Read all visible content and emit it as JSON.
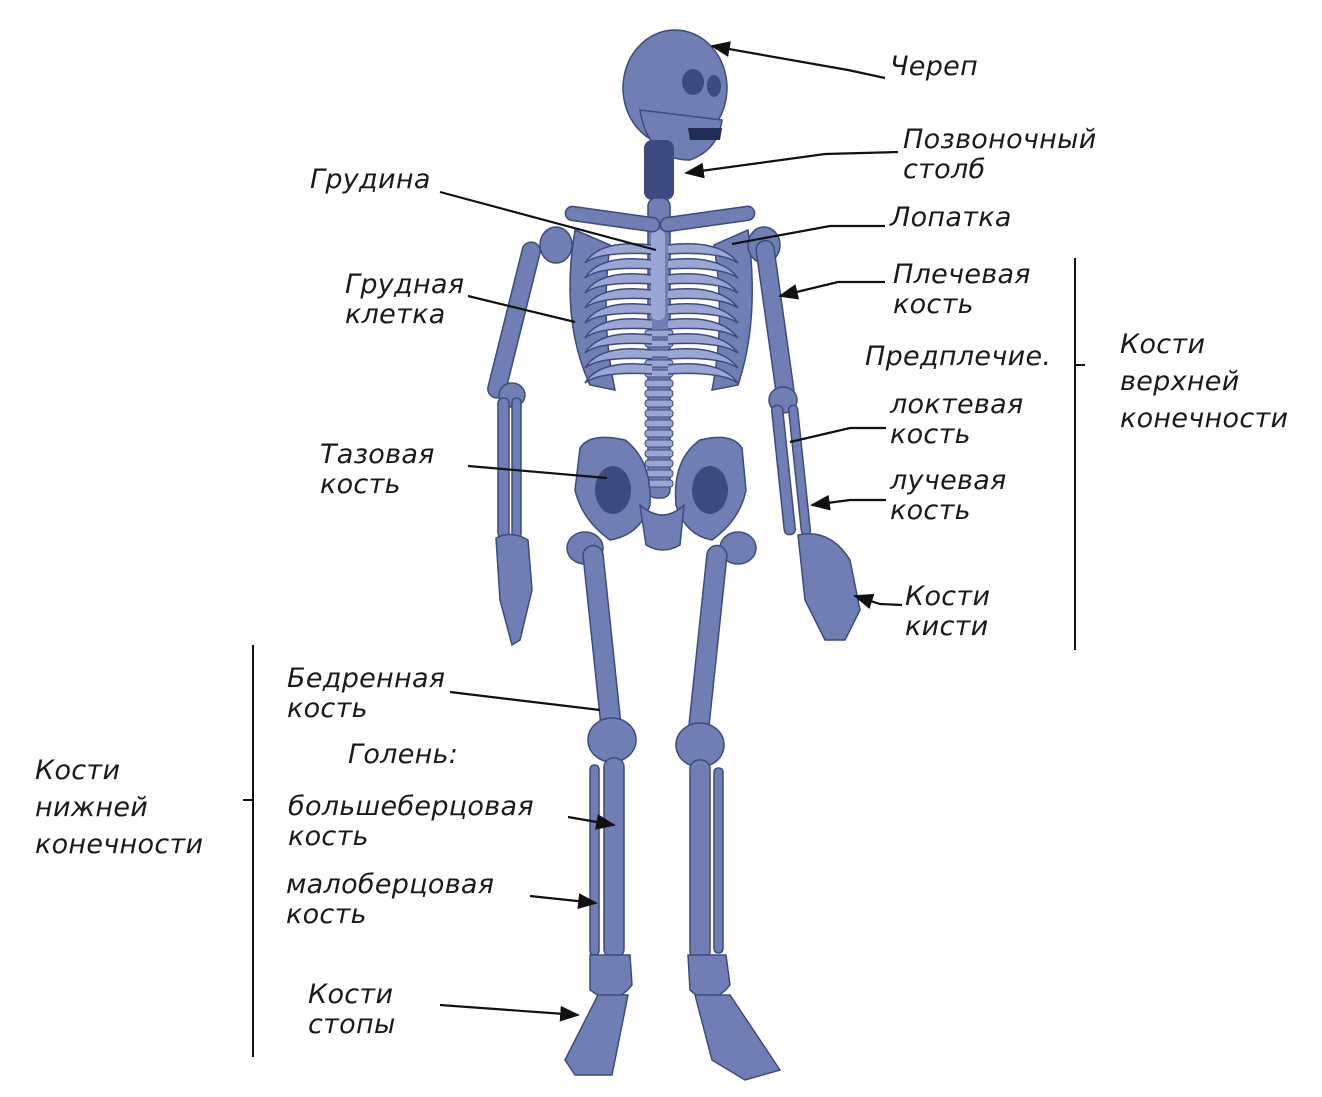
{
  "colors": {
    "bone": "#6f7fb3",
    "bone_light": "#9aa7d2",
    "bone_dark": "#3d4a80",
    "bone_shadow": "#222b55",
    "line": "#111111",
    "text": "#1a1a1a"
  },
  "labels": {
    "skull": "Череп",
    "spine": [
      "Позвоночный",
      "столб"
    ],
    "sternum": "Грудина",
    "scapula": "Лопатка",
    "humerus": [
      "Плечевая",
      "кость"
    ],
    "ribcage": [
      "Грудная",
      "клетка"
    ],
    "forearm": "Предплечие.",
    "ulna": [
      "локтевая",
      "кость"
    ],
    "radius": [
      "лучевая",
      "кость"
    ],
    "pelvis": [
      "Тазовая",
      "кость"
    ],
    "hand": [
      "Кости",
      "кисти"
    ],
    "femur": [
      "Бедренная",
      "кость"
    ],
    "shin": "Голень:",
    "tibia": [
      "большеберцовая",
      "кость"
    ],
    "fibula": [
      "малоберцовая",
      "кость"
    ],
    "foot": [
      "Кости",
      "стопы"
    ],
    "upper_limb_group": [
      "Кости",
      "верхней",
      "конечности"
    ],
    "lower_limb_group": [
      "Кости",
      "нижней",
      "конечности"
    ]
  }
}
